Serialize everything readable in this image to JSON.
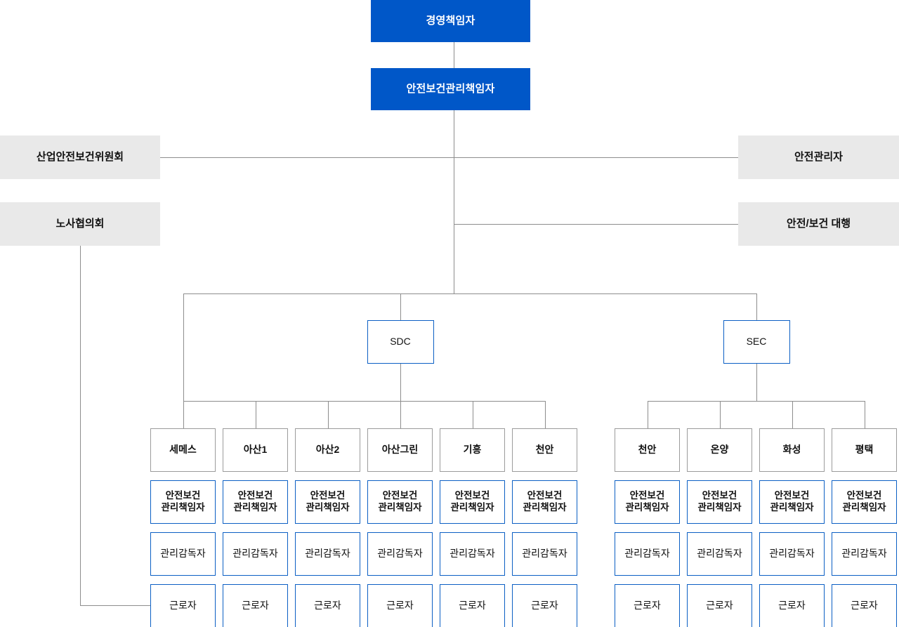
{
  "chart": {
    "title_nodes": {
      "ceo": "경영책임자",
      "safety_head": "안전보건관리책임자"
    },
    "side_left": [
      {
        "label": "산업안전보건위원회"
      },
      {
        "label": "노사협의회"
      }
    ],
    "side_right": [
      {
        "label": "안전관리자"
      },
      {
        "label": "안전/보건 대행"
      }
    ],
    "divisions": [
      {
        "label": "SDC"
      },
      {
        "label": "SEC"
      }
    ],
    "sdc_sites": [
      {
        "name": "세메스",
        "roles": [
          "안전보건\n관리책임자",
          "관리감독자",
          "근로자"
        ]
      },
      {
        "name": "아산1",
        "roles": [
          "안전보건\n관리책임자",
          "관리감독자",
          "근로자"
        ]
      },
      {
        "name": "아산2",
        "roles": [
          "안전보건\n관리책임자",
          "관리감독자",
          "근로자"
        ]
      },
      {
        "name": "아산그린",
        "roles": [
          "안전보건\n관리책임자",
          "관리감독자",
          "근로자"
        ]
      },
      {
        "name": "기흥",
        "roles": [
          "안전보건\n관리책임자",
          "관리감독자",
          "근로자"
        ]
      },
      {
        "name": "천안",
        "roles": [
          "안전보건\n관리책임자",
          "관리감독자",
          "근로자"
        ]
      }
    ],
    "sec_sites": [
      {
        "name": "천안",
        "roles": [
          "안전보건\n관리책임자",
          "관리감독자",
          "근로자"
        ]
      },
      {
        "name": "온양",
        "roles": [
          "안전보건\n관리책임자",
          "관리감독자",
          "근로자"
        ]
      },
      {
        "name": "화성",
        "roles": [
          "안전보건\n관리책임자",
          "관리감독자",
          "근로자"
        ]
      },
      {
        "name": "평택",
        "roles": [
          "안전보건\n관리책임자",
          "관리감독자",
          "근로자"
        ]
      }
    ],
    "role_labels": {
      "safety_manager": "안전보건\n관리책임자",
      "supervisor": "관리감독자",
      "worker": "근로자"
    },
    "colors": {
      "primary_fill": "#0057C8",
      "primary_text": "#ffffff",
      "gray_fill": "#e9e9e9",
      "blue_border": "#0B5FC4",
      "gray_border": "#9b9b9b",
      "line": "#8d8d8d",
      "text": "#111111"
    }
  }
}
